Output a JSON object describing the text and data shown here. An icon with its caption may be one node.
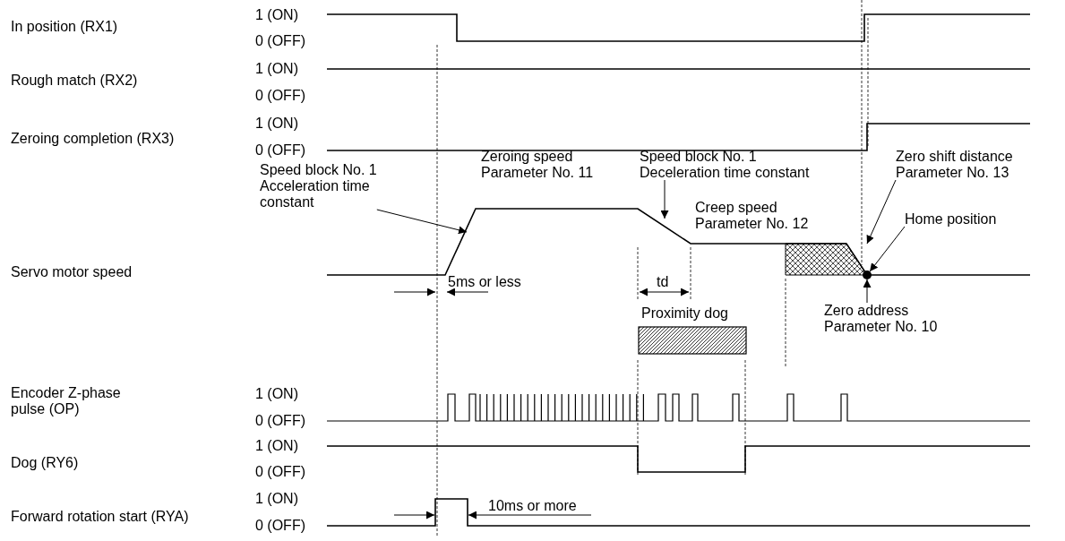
{
  "diagram": {
    "nodes": [
      {
        "text": [
          "Speed block No. 1 Acceleration time constant"
        ]
      },
      {
        "text": [
          "Speed block No. 1 Deceleration time constant"
        ]
      },
      {
        "text": [
          "Zero shift distance Parameter No. 13"
        ]
      },
      {
        "text": [],
        "shape": "box"
      },
      {
        "text": [
          "Home position"
        ]
      },
      {
        "text": [],
        "shape": "circle"
      },
      {
        "text": [
          "Zero address Parameter No. 10"
        ]
      },
      {
        "text": [
          "Proximity dog"
        ]
      }
    ],
    "edges": [
      {
        "from": 0,
        "to": null,
        "arrow": "to"
      },
      {
        "from": 1,
        "to": null,
        "arrow": "to"
      },
      {
        "from": 2,
        "to": 3,
        "arrow": "to"
      },
      {
        "from": 4,
        "to": 5,
        "arrow": "to"
      },
      {
        "from": 6,
        "to": 5,
        "arrow": "to"
      }
    ],
    "labels": [
      "In position (RX1)",
      "1 (ON)",
      "0 (OFF)",
      "Rough match (RX2)",
      "1 (ON)",
      "0 (OFF)",
      "Zeroing completion (RX3)",
      "1 (ON)",
      "0 (OFF)",
      "Zeroing speed Parameter No. 11",
      "Creep speed Parameter No. 12",
      "Servo motor speed",
      "5ms or less",
      "td",
      "Encoder Z-phase pulse (OP)",
      "1 (ON)",
      "0 (OFF)",
      "Dog (RY6)",
      "1 (ON)",
      "0 (OFF)",
      "Forward rotation start (RYA)",
      "1 (ON)",
      "0 (OFF)",
      "10ms or more"
    ]
  }
}
